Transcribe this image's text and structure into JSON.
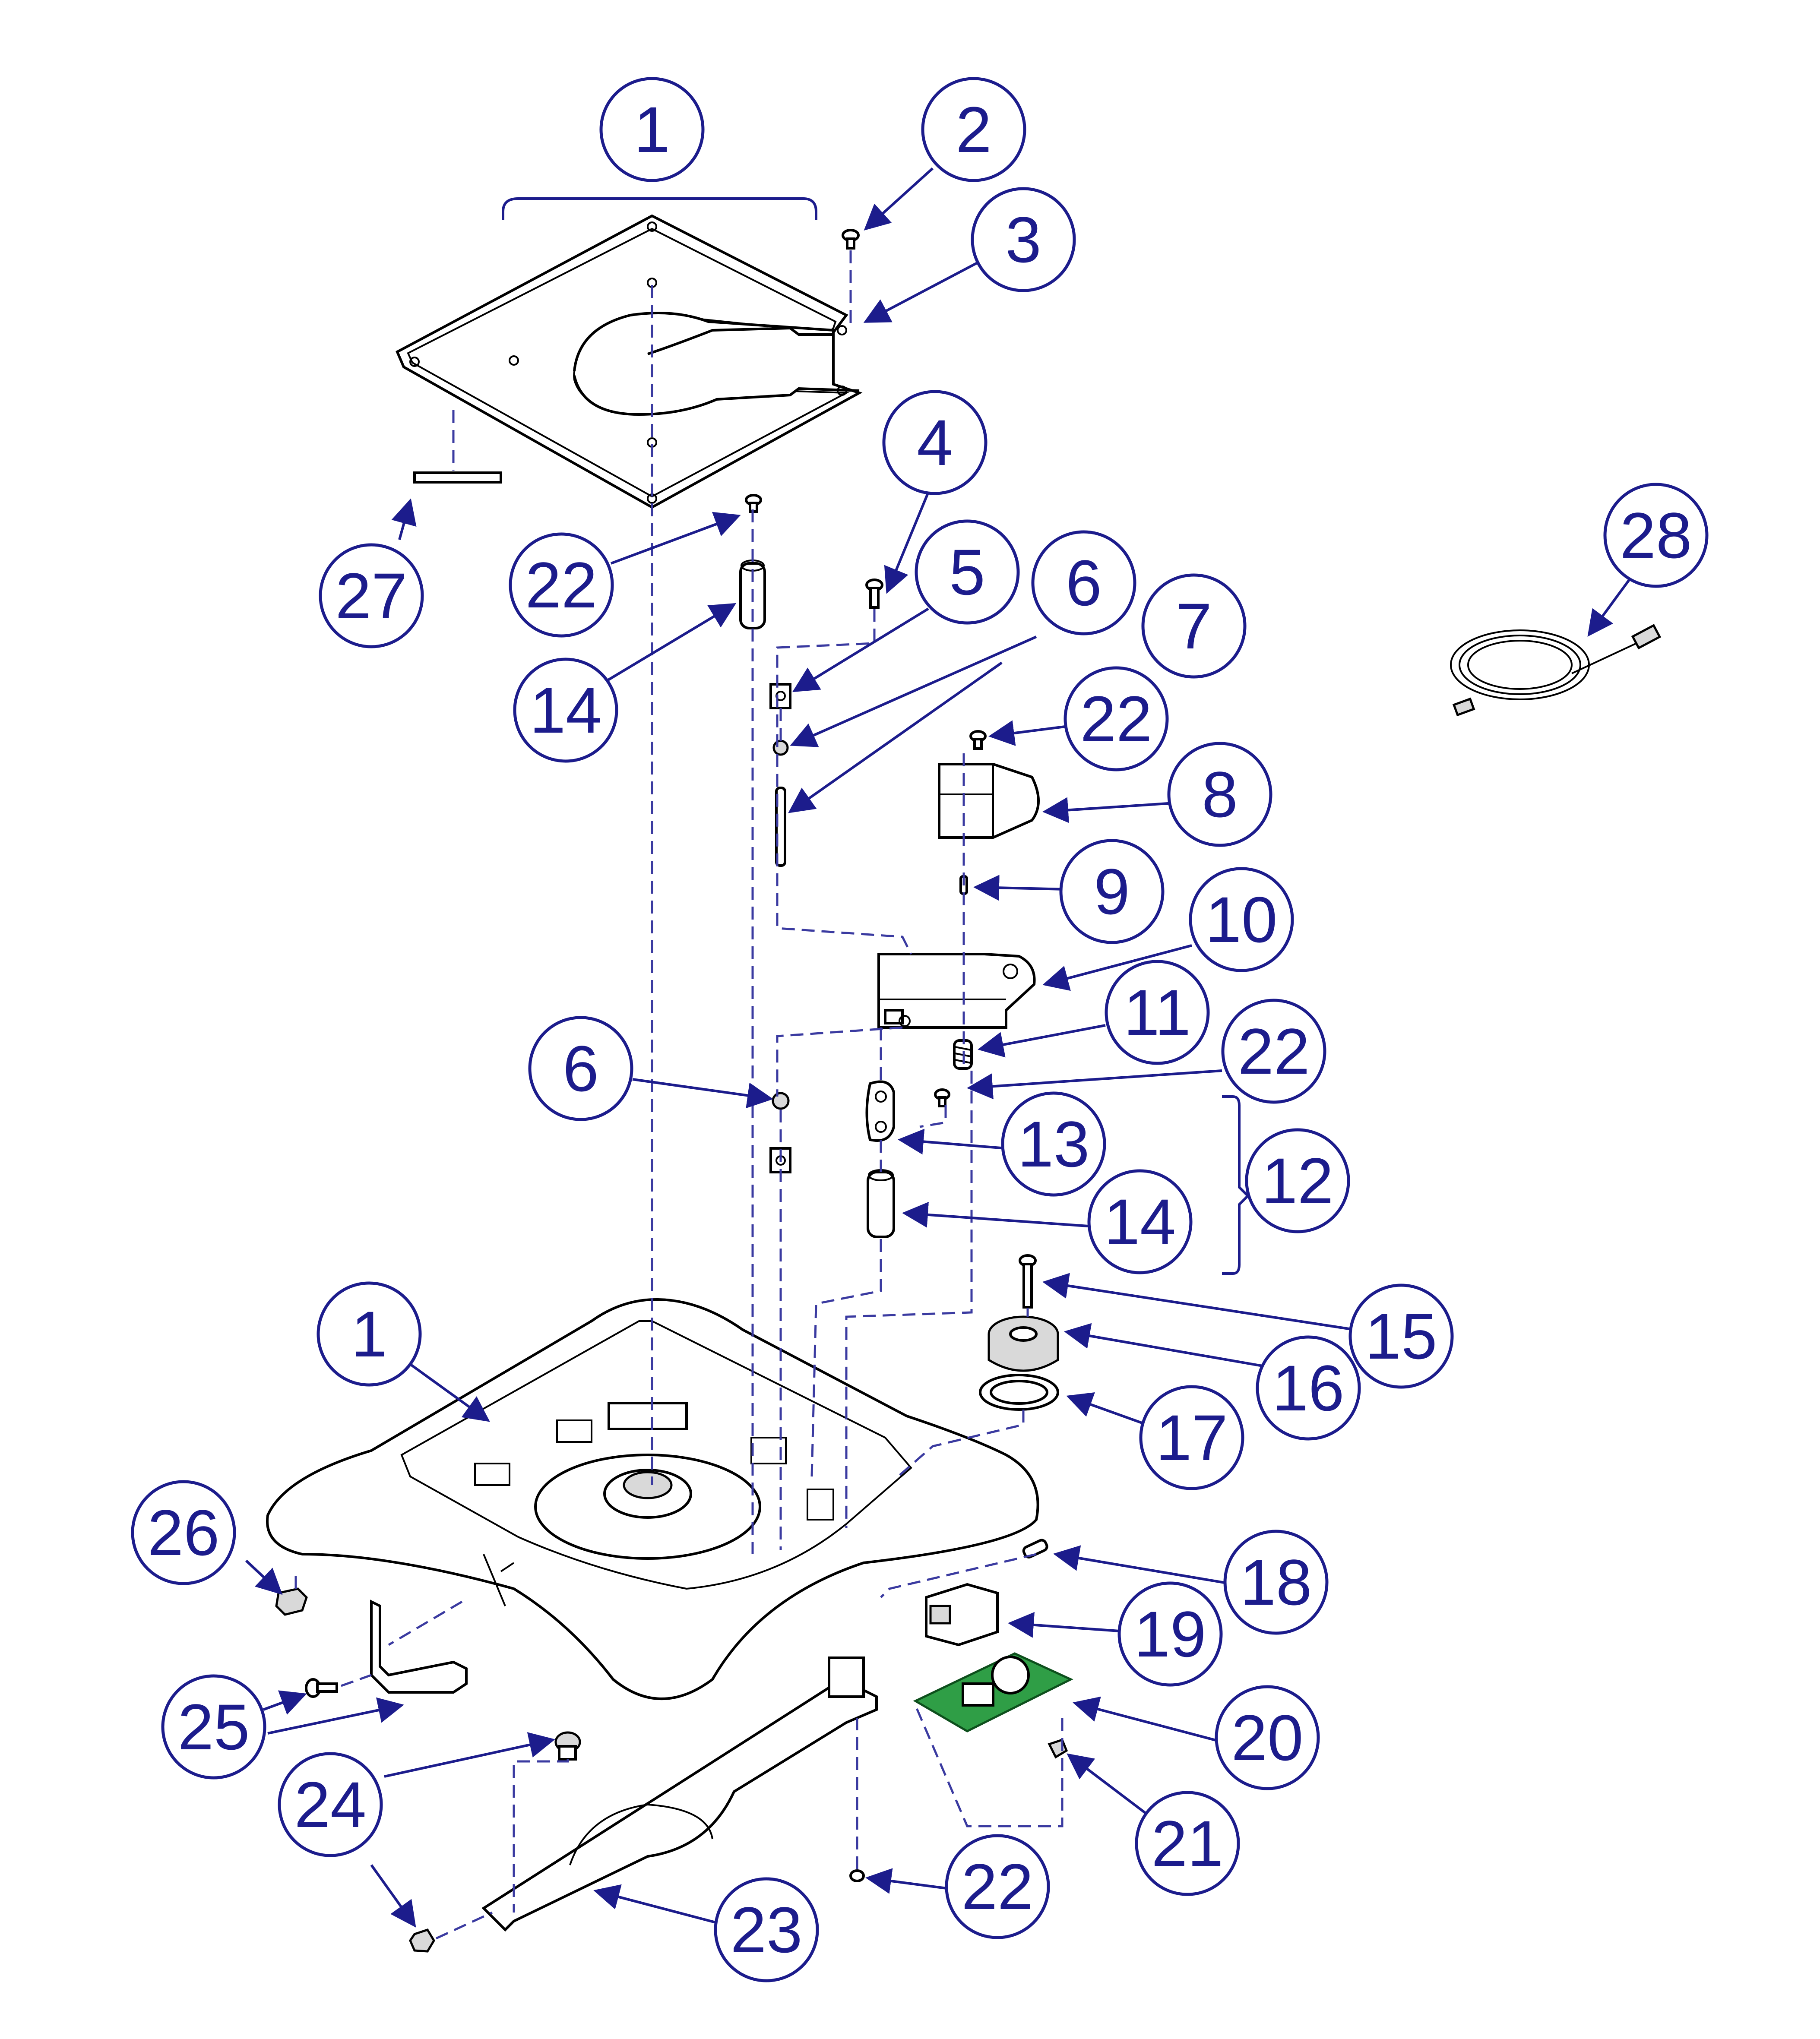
{
  "callouts": [
    {
      "id": "c1a",
      "label": "1"
    },
    {
      "id": "c2",
      "label": "2"
    },
    {
      "id": "c3",
      "label": "3"
    },
    {
      "id": "c27",
      "label": "27"
    },
    {
      "id": "c22a",
      "label": "22"
    },
    {
      "id": "c4",
      "label": "4"
    },
    {
      "id": "c14a",
      "label": "14"
    },
    {
      "id": "c5",
      "label": "5"
    },
    {
      "id": "c6a",
      "label": "6"
    },
    {
      "id": "c7",
      "label": "7"
    },
    {
      "id": "c22b",
      "label": "22"
    },
    {
      "id": "c8",
      "label": "8"
    },
    {
      "id": "c9",
      "label": "9"
    },
    {
      "id": "c10",
      "label": "10"
    },
    {
      "id": "c11",
      "label": "11"
    },
    {
      "id": "c22c",
      "label": "22"
    },
    {
      "id": "c6b",
      "label": "6"
    },
    {
      "id": "c13",
      "label": "13"
    },
    {
      "id": "c12",
      "label": "12"
    },
    {
      "id": "c14b",
      "label": "14"
    },
    {
      "id": "c15",
      "label": "15"
    },
    {
      "id": "c16",
      "label": "16"
    },
    {
      "id": "c1b",
      "label": "1"
    },
    {
      "id": "c17",
      "label": "17"
    },
    {
      "id": "c26",
      "label": "26"
    },
    {
      "id": "c18",
      "label": "18"
    },
    {
      "id": "c19",
      "label": "19"
    },
    {
      "id": "c25",
      "label": "25"
    },
    {
      "id": "c20",
      "label": "20"
    },
    {
      "id": "c24",
      "label": "24"
    },
    {
      "id": "c21",
      "label": "21"
    },
    {
      "id": "c22d",
      "label": "22"
    },
    {
      "id": "c23",
      "label": "23"
    },
    {
      "id": "c28",
      "label": "28"
    }
  ],
  "colors": {
    "callout": "#1c1c8c",
    "pcb": "#2f9e46"
  }
}
